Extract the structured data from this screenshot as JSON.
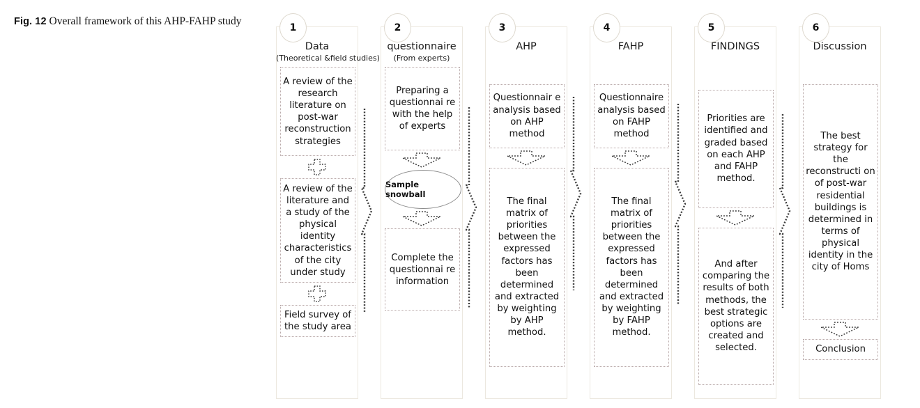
{
  "caption": {
    "fig_label": "Fig. 12",
    "text": "Overall framework of this AHP-FAHP study"
  },
  "colors": {
    "node_border": "#b9a9a9",
    "column_border": "#ece8df",
    "badge_border": "#ded9cf",
    "connector": "#3a3a3a",
    "text": "#111111"
  },
  "diagram": {
    "type": "flowchart",
    "columns": [
      {
        "number": "1",
        "title": "Data",
        "subtitle": "(Theoretical &field studies)",
        "nodes": [
          "A review of the research literature on post-war reconstruction strategies",
          "A review of the literature and a study of the physical identity characteristics of the city under study",
          "Field survey of the study area"
        ],
        "connectors": [
          "plus",
          "plus"
        ]
      },
      {
        "number": "2",
        "title": "questionnaire",
        "subtitle": "(From experts)",
        "nodes": [
          "Preparing a questionnai re with the help of experts",
          "Sample snowball",
          "Complete the questionnai re information"
        ],
        "connectors": [
          "down-arrow",
          "down-arrow"
        ]
      },
      {
        "number": "3",
        "title": "AHP",
        "subtitle": "",
        "nodes": [
          "Questionnair e analysis based on AHP method",
          "The final matrix of priorities between the expressed factors has been determined and extracted by weighting by AHP method."
        ],
        "connectors": [
          "down-arrow"
        ]
      },
      {
        "number": "4",
        "title": "FAHP",
        "subtitle": "",
        "nodes": [
          "Questionnaire analysis based on FAHP method",
          "The final matrix of priorities between the expressed factors has been determined and extracted by weighting by FAHP method."
        ],
        "connectors": [
          "down-arrow"
        ]
      },
      {
        "number": "5",
        "title": "FINDINGS",
        "subtitle": "",
        "nodes": [
          "Priorities are identified and graded based on each AHP and FAHP method.",
          "And after comparing the results of both methods, the best strategic options are created and selected."
        ],
        "connectors": [
          "down-arrow"
        ]
      },
      {
        "number": "6",
        "title": "Discussion",
        "subtitle": "",
        "nodes": [
          "The best strategy for the reconstructi on of post-war residential buildings is determined in terms of physical identity in the city of Homs",
          "Conclusion"
        ],
        "connectors": [
          "down-arrow"
        ]
      }
    ],
    "stage_links": [
      {
        "from": "1",
        "to": "2"
      },
      {
        "from": "2",
        "to": "3"
      },
      {
        "from": "3",
        "to": "4"
      },
      {
        "from": "4",
        "to": "5"
      },
      {
        "from": "5",
        "to": "6"
      }
    ]
  }
}
